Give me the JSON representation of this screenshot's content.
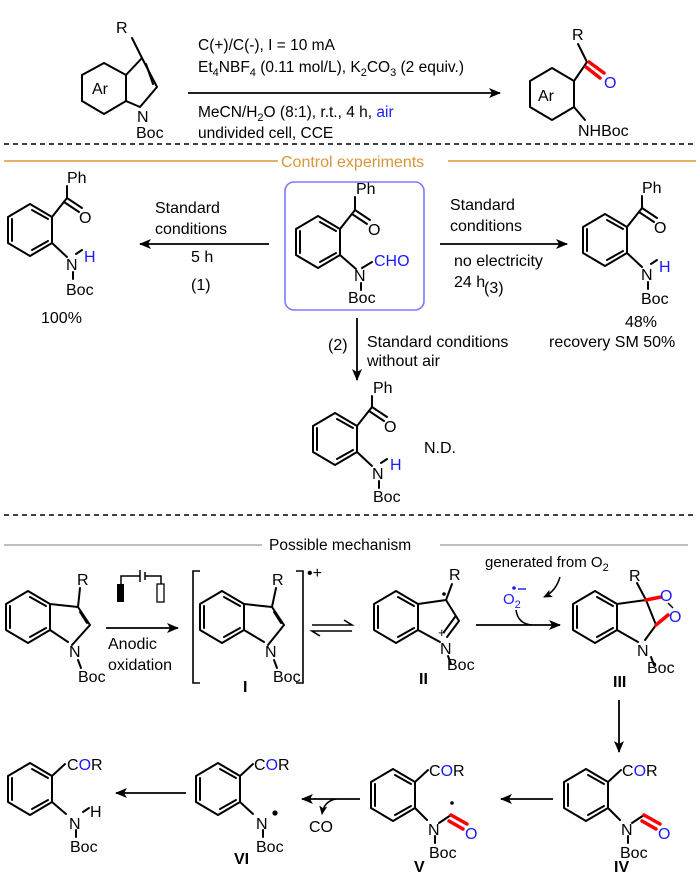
{
  "colors": {
    "accent_orange": "#d9953a",
    "box_blue": "#7b7bff",
    "highlight_blue": "#1a1aff",
    "bond_red": "#ff0000",
    "divider_gray": "#999999"
  },
  "top_reaction": {
    "reactant": {
      "substituent": "R",
      "ring_label": "Ar",
      "n_label": "N",
      "protecting_group": "Boc"
    },
    "conditions_above": [
      "C(+)/C(-), I = 10 mA",
      "Et4NBF4 (0.11 mol/L), K2CO3 (2 equiv.)"
    ],
    "conditions_below_line1_prefix": "MeCN/H2O (8:1), r.t., 4 h, ",
    "conditions_below_line1_highlight": "air",
    "conditions_below_line2": "undivided cell, CCE",
    "product": {
      "substituent": "R",
      "ring_label": "Ar",
      "oxygen": "O",
      "amine_label": "NHBoc"
    }
  },
  "control_section": {
    "title": "Control experiments",
    "start_material": {
      "ph": "Ph",
      "o": "O",
      "n": "N",
      "cho": "CHO",
      "boc": "Boc"
    },
    "exp1": {
      "line1": "Standard",
      "line2": "conditions",
      "time": "5 h",
      "number": "(1)",
      "yield": "100%",
      "product": {
        "ph": "Ph",
        "o": "O",
        "n": "N",
        "h": "H",
        "boc": "Boc"
      }
    },
    "exp2": {
      "number": "(2)",
      "line1": "Standard conditions",
      "line2": "without air",
      "result": "N.D.",
      "product": {
        "ph": "Ph",
        "o": "O",
        "n": "N",
        "h": "H",
        "boc": "Boc"
      }
    },
    "exp3": {
      "line1": "Standard",
      "line2": "conditions",
      "line3": "no electricity",
      "time": "24 h",
      "number": "(3)",
      "yield": "48%",
      "recovery": "recovery SM 50%",
      "product": {
        "ph": "Ph",
        "o": "O",
        "n": "N",
        "h": "H",
        "boc": "Boc"
      }
    }
  },
  "mechanism_section": {
    "title": "Possible mechanism",
    "start": {
      "r": "R",
      "n": "N",
      "boc": "Boc"
    },
    "step1_label_line1": "Anodic",
    "step1_label_line2": "oxidation",
    "intermediate_I": {
      "r": "R",
      "n": "N",
      "boc": "Boc",
      "charge": "•+",
      "label": "I"
    },
    "intermediate_II": {
      "r": "R",
      "n": "N",
      "plus": "+",
      "boc": "Boc",
      "label": "II"
    },
    "superoxide_note": "generated from O2",
    "superoxide": "O2",
    "intermediate_III": {
      "r": "R",
      "o1": "O",
      "o2": "O",
      "n": "N",
      "boc": "Boc",
      "label": "III"
    },
    "intermediate_IV": {
      "cor_c": "C",
      "cor_o": "O",
      "cor_r": "R",
      "n": "N",
      "o": "O",
      "boc": "Boc",
      "label": "IV"
    },
    "intermediate_V": {
      "cor_c": "C",
      "cor_o": "O",
      "cor_r": "R",
      "n": "N",
      "o": "O",
      "boc": "Boc",
      "label": "V"
    },
    "co_loss": "CO",
    "intermediate_VI": {
      "cor_c": "C",
      "cor_o": "O",
      "cor_r": "R",
      "n": "N",
      "boc": "Boc",
      "label": "VI"
    },
    "final_product": {
      "cor_c": "C",
      "cor_o": "O",
      "cor_r": "R",
      "n": "N",
      "h": "H",
      "boc": "Boc"
    }
  }
}
